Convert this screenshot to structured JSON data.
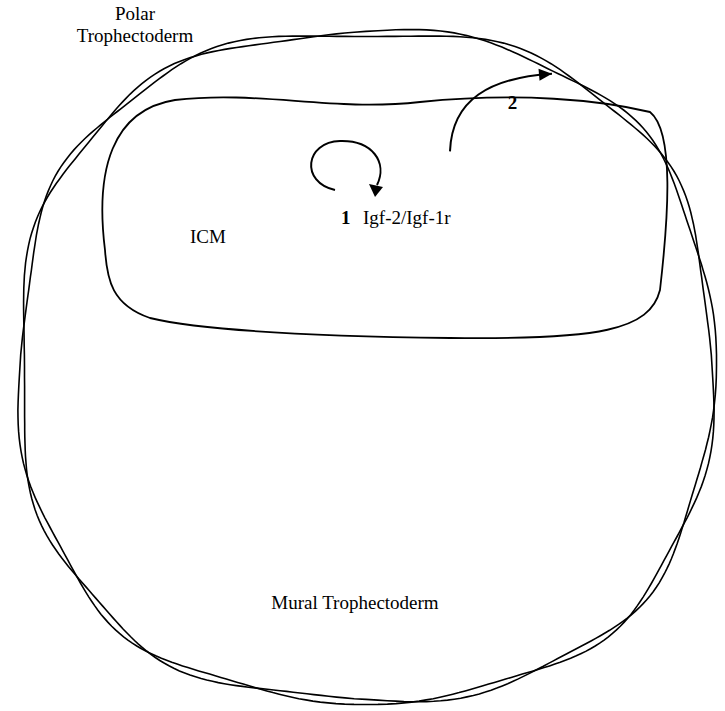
{
  "diagram": {
    "nodes": [
      {
        "text": [
          "Polar Trophectoderm",
          "Mural Trophectoderm"
        ]
      },
      {
        "text": [
          "ICM"
        ],
        "in": 0
      }
    ],
    "edges": [
      {
        "from": 1,
        "to": 0,
        "arrow": "to",
        "label": "2"
      }
    ],
    "labels": [
      "1",
      "Igf-2/Igf-1r"
    ]
  }
}
